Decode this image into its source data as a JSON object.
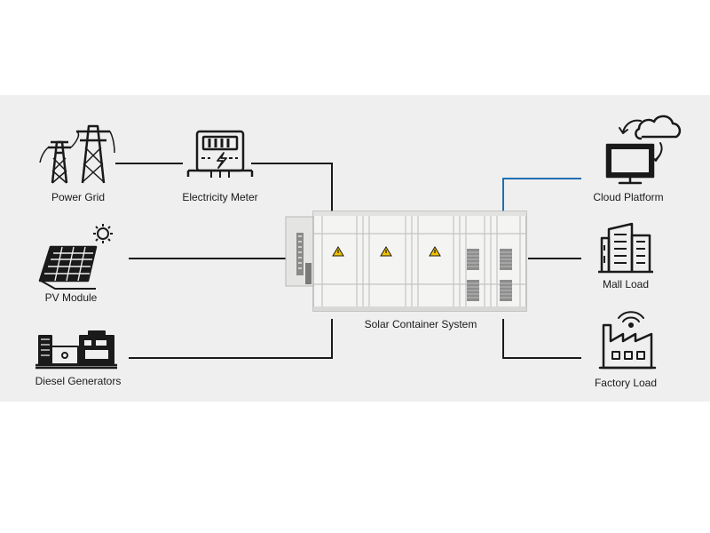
{
  "nodes": {
    "power_grid": "Power Grid",
    "electricity_meter": "Electricity Meter",
    "pv_module": "PV Module",
    "diesel_generators": "Diesel Generators",
    "solar_container": "Solar Container System",
    "cloud_platform": "Cloud Platform",
    "mall_load": "Mall Load",
    "factory_load": "Factory Load"
  },
  "colors": {
    "line": "#1a1a1a",
    "data_link": "#1f6fb2",
    "panel_background": "#efefef",
    "container_body": "#f4f4f2",
    "warning_sign": "#f2c200"
  }
}
